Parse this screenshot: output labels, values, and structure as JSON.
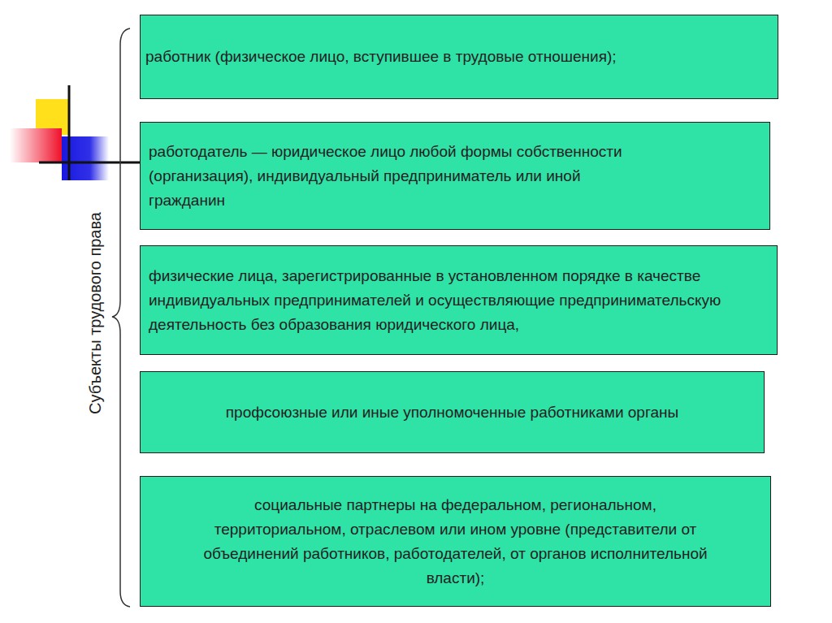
{
  "diagram": {
    "nodes": [
      {
        "text": [
          "работник (физическое лицо, вступившее в трудовые отношения);"
        ]
      },
      {
        "text": [
          "работодатель — юридическое лицо любой формы собственности (организация), индивидуальный предприниматель или иной гражданин"
        ]
      },
      {
        "text": [
          "физические лица, зарегистрированные в установленном порядке в качестве индивидуальных предпринимателей и осуществляющие предпринимательскую деятельность без образования юридического лица,"
        ]
      },
      {
        "text": [
          "профсоюзные или иные уполномоченные работниками органы"
        ]
      },
      {
        "text": [
          "социальные партнеры на федеральном, региональном, территориальном, отраслевом или ином уровне (представители от объединений работников, работодателей, от органов исполнительной власти);"
        ]
      }
    ],
    "labels": [
      "Субъекты трудового права"
    ]
  }
}
